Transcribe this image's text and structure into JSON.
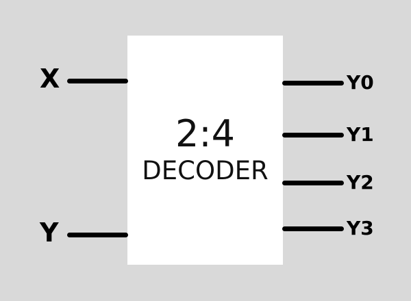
{
  "diagram": {
    "type": "logic-block-diagram",
    "block": {
      "title": "2:4",
      "subtitle": "DECODER"
    },
    "inputs": [
      {
        "label": "X"
      },
      {
        "label": "Y"
      }
    ],
    "outputs": [
      {
        "label": "Y0"
      },
      {
        "label": "Y1"
      },
      {
        "label": "Y2"
      },
      {
        "label": "Y3"
      }
    ],
    "colors": {
      "background": "#d9d9d9",
      "block_fill": "#ffffff",
      "wire": "#000000",
      "text": "#111111"
    }
  }
}
